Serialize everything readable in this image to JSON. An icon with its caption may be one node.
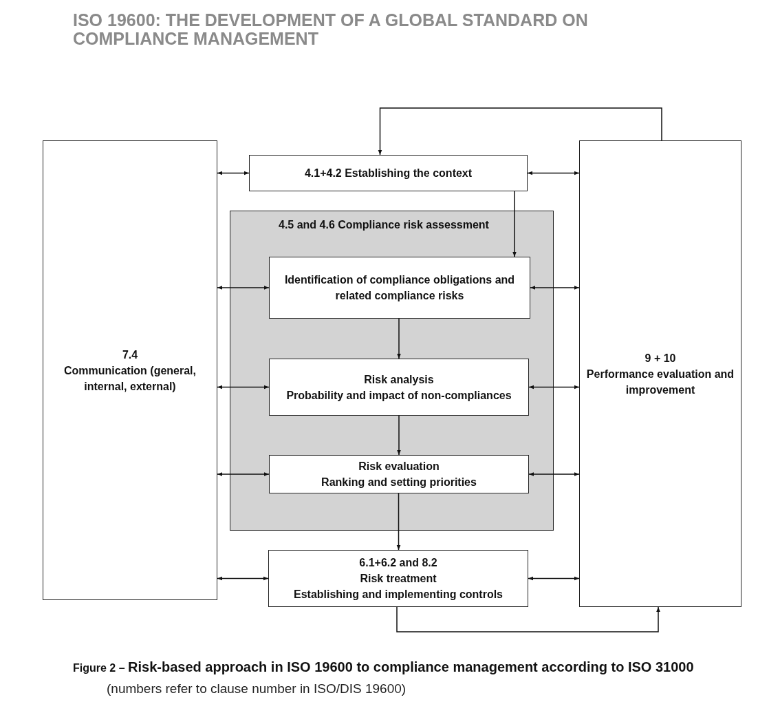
{
  "diagram": {
    "title": "ISO 19600: THE DEVELOPMENT OF A GLOBAL STANDARD ON COMPLIANCE MANAGEMENT",
    "caption": "Figure 2 – **Risk-based approach in ISO 19600 to compliance management according to ISO 31000**",
    "nodes": [
      {
        "text": [
          "7.4",
          "Communication (general, internal, external)"
        ]
      },
      {
        "text": [
          "4.1+4.2 Establishing the context"
        ]
      },
      {
        "text": [
          "9 + 10",
          "Performance evaluation and improvement"
        ]
      },
      {
        "text": [
          "4.5 and 4.6 Compliance risk assessment"
        ]
      },
      {
        "text": [
          "Identification of compliance obligations and related compliance risks"
        ],
        "in": 3
      },
      {
        "text": [
          "Risk analysis",
          "Probability and impact of non-compliances"
        ],
        "in": 3
      },
      {
        "text": [
          "Risk evaluation",
          "Ranking and setting priorities"
        ],
        "in": 3
      },
      {
        "text": [
          "6.1+6.2 and 8.2",
          "Risk treatment",
          "Establishing and implementing controls"
        ]
      }
    ],
    "edges": [
      {
        "from": 0,
        "to": 1,
        "arrow": "both"
      },
      {
        "from": 0,
        "to": 4,
        "arrow": "both"
      },
      {
        "from": 0,
        "to": 5,
        "arrow": "both"
      },
      {
        "from": 0,
        "to": 6,
        "arrow": "both"
      },
      {
        "from": 0,
        "to": 7,
        "arrow": "both"
      },
      {
        "from": 1,
        "to": 2,
        "arrow": "both"
      },
      {
        "from": 4,
        "to": 2,
        "arrow": "both"
      },
      {
        "from": 5,
        "to": 2,
        "arrow": "both"
      },
      {
        "from": 6,
        "to": 2,
        "arrow": "both"
      },
      {
        "from": 7,
        "to": 2,
        "arrow": "both"
      },
      {
        "from": 1,
        "to": 4,
        "arrow": "to"
      },
      {
        "from": 4,
        "to": 5,
        "arrow": "to"
      },
      {
        "from": 5,
        "to": 6,
        "arrow": "to"
      },
      {
        "from": 6,
        "to": 7,
        "arrow": "to"
      },
      {
        "from": 2,
        "to": 1,
        "arrow": "to"
      },
      {
        "from": 7,
        "to": 2,
        "arrow": "to"
      }
    ],
    "labels": [
      "(numbers refer to clause number in ISO/DIS 19600)"
    ]
  }
}
